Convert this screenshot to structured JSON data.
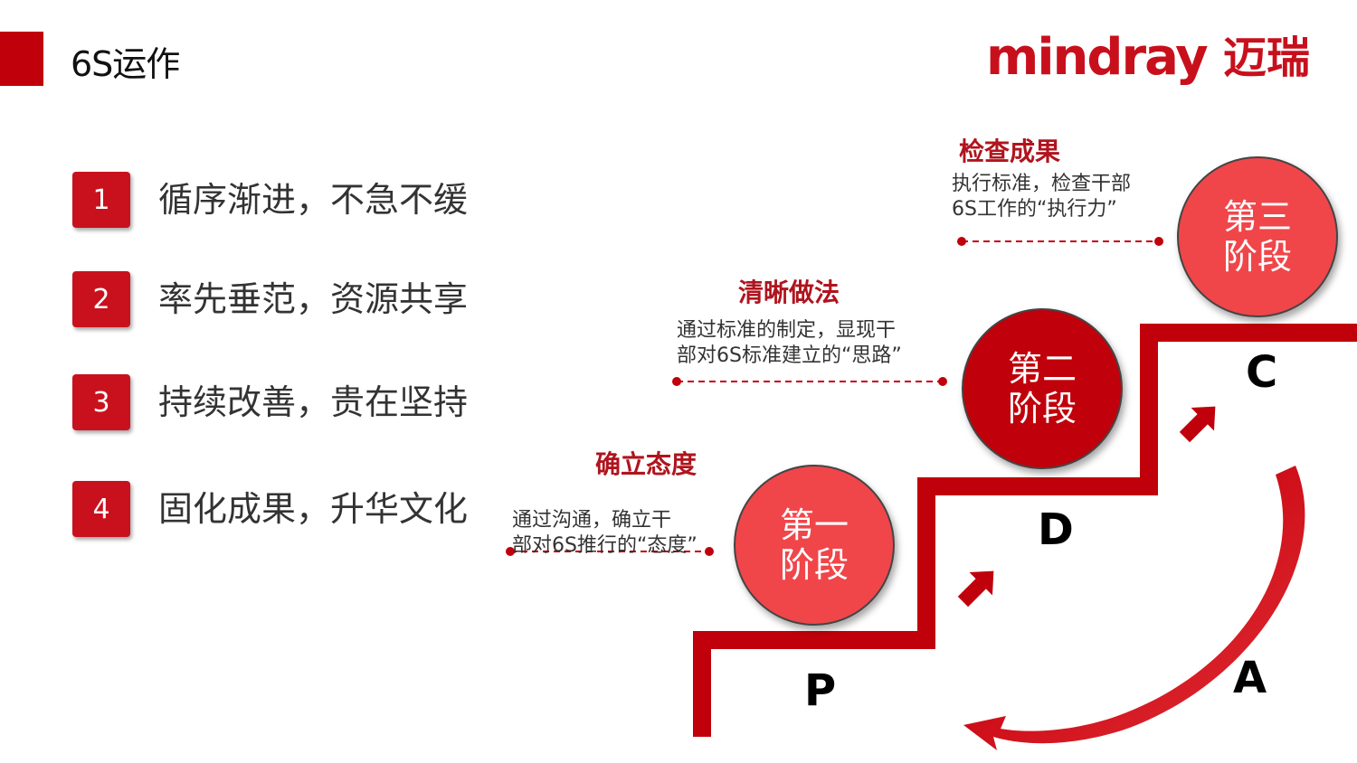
{
  "title": "6S运作",
  "logo": {
    "text": "mindray",
    "cn": "迈瑞"
  },
  "list": [
    {
      "num": "1",
      "text": "循序渐进，不急不缓"
    },
    {
      "num": "2",
      "text": "率先垂范，资源共享"
    },
    {
      "num": "3",
      "text": "持续改善，贵在坚持"
    },
    {
      "num": "4",
      "text": "固化成果，升华文化"
    }
  ],
  "stages": [
    {
      "title": "确立态度",
      "desc": [
        "通过沟通，确立干",
        "部对6S推行的“态度”"
      ],
      "circle": [
        "第一",
        "阶段"
      ]
    },
    {
      "title": "清晰做法",
      "desc": [
        "通过标准的制定，显现干",
        "部对6S标准建立的“思路”"
      ],
      "circle": [
        "第二",
        "阶段"
      ]
    },
    {
      "title": "检查成果",
      "desc": [
        "执行标准，检查干部",
        "6S工作的“执行力”"
      ],
      "circle": [
        "第三",
        "阶段"
      ]
    }
  ],
  "pdca": {
    "p": "P",
    "d": "D",
    "c": "C",
    "a": "A"
  },
  "colors": {
    "brand": "#c0000b",
    "circle_light": "#f0464a",
    "circle_dark": "#c0000b"
  }
}
